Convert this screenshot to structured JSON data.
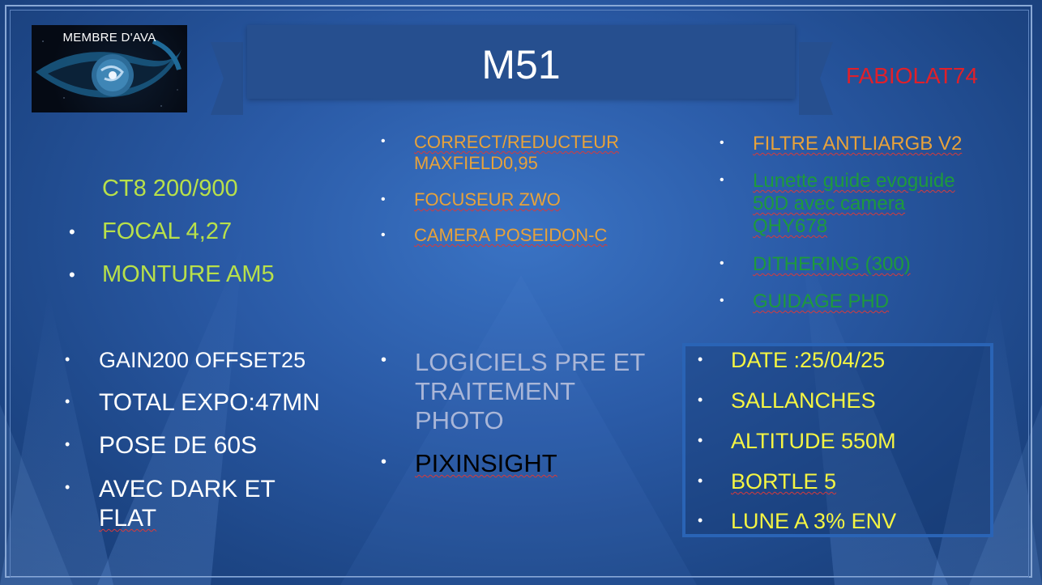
{
  "logo": {
    "text": "MEMBRE D'AVA"
  },
  "title": "M51",
  "author": "FABIOLAT74",
  "colors": {
    "title": "#ffffff",
    "author": "#e0202a",
    "lime": "#b8e04a",
    "orange": "#e8a23a",
    "green": "#1e9a3c",
    "white": "#ffffff",
    "grey": "#a9b6d8",
    "black": "#000000",
    "yellow": "#f5f542"
  },
  "col1_top": [
    {
      "text": "CT8 200/900",
      "bullet": false
    },
    {
      "text": "FOCAL   4,27",
      "bullet": true
    },
    {
      "text": "MONTURE AM5",
      "bullet": true
    }
  ],
  "col2_top": [
    {
      "line1": "CORRECT/REDUCTEUR",
      "line2": "MAXFIELD0,95"
    },
    {
      "line1": "FOCUSEUR ZWO"
    },
    {
      "line1": "CAMERA POSEIDON-C"
    }
  ],
  "col3_top": [
    {
      "line1": "FILTRE ANTLIARGB V2"
    },
    {
      "line1": "Lunette guide evoguide",
      "line2": "50D avec camera",
      "line3": "QHY678"
    },
    {
      "line1": "DITHERING (300)"
    },
    {
      "line1": "GUIDAGE PHD"
    }
  ],
  "col1_bottom": [
    {
      "line1": "GAIN200  OFFSET25"
    },
    {
      "line1": "TOTAL  EXPO:47MN"
    },
    {
      "line1": "POSE DE  60S"
    },
    {
      "line1": "AVEC DARK ET",
      "line2": "FLAT"
    }
  ],
  "col2_bottom": [
    {
      "line1": "LOGICIELS PRE ET",
      "line2": "TRAITEMENT",
      "line3": "PHOTO"
    },
    {
      "line1": "PIXINSIGHT"
    }
  ],
  "col3_bottom": [
    {
      "line1": "DATE :25/04/25"
    },
    {
      "line1": "SALLANCHES"
    },
    {
      "line1": "ALTITUDE 550M"
    },
    {
      "line1": "BORTLE 5"
    },
    {
      "line1": "LUNE A  3% ENV"
    }
  ],
  "bullet_glyph": "•"
}
